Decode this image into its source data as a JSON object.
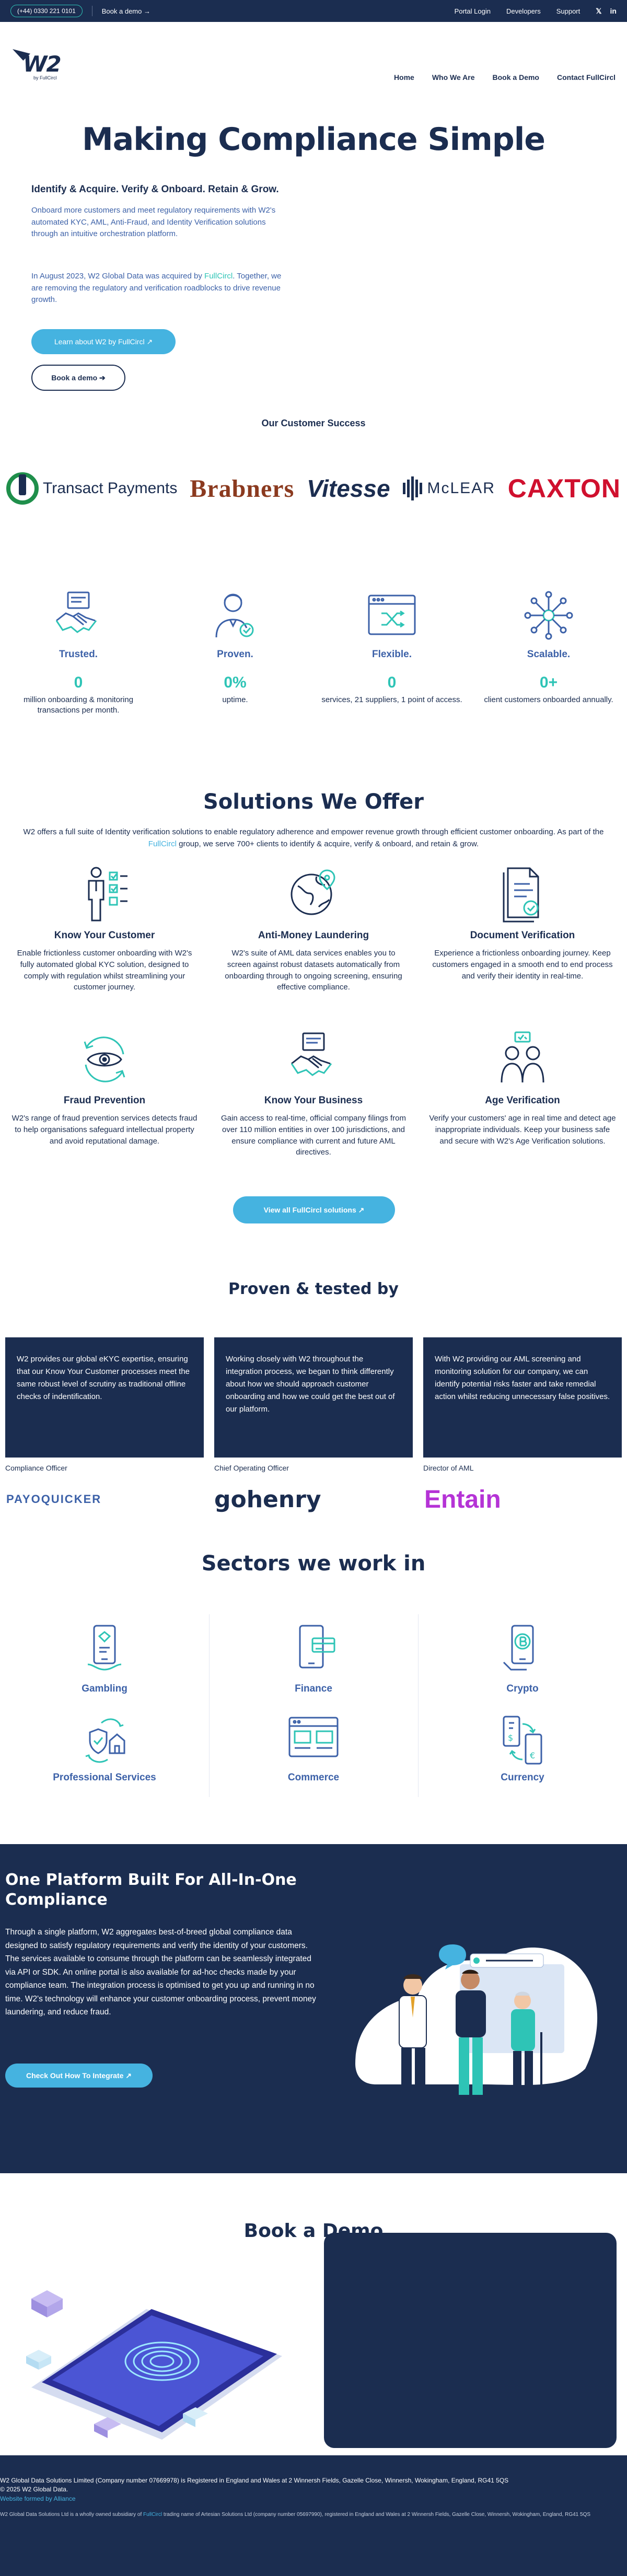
{
  "topbar": {
    "phone": "(+44) 0330 221 0101",
    "demo_link": "Book a demo →",
    "links": [
      "Portal Login",
      "Developers",
      "Support"
    ]
  },
  "header": {
    "logo_text": "W2",
    "logo_sub": "by FullCircl",
    "nav": [
      "Home",
      "Who We Are",
      "Book a Demo",
      "Contact FullCircl"
    ]
  },
  "hero": {
    "title": "Making Compliance Simple",
    "subtitle": "Identify & Acquire. Verify & Onboard. Retain & Grow.",
    "p1": "Onboard more customers and meet regulatory requirements with W2's automated KYC, AML, Anti-Fraud, and Identity Verification solutions through an intuitive orchestration platform.",
    "p2_before": "In August 2023, W2 Global Data was acquired by ",
    "p2_link": "FullCircl",
    "p2_after": ". Together, we are removing the regulatory and verification roadblocks to drive revenue growth.",
    "btn_learn": "Learn about W2 by FullCircl ↗",
    "btn_demo": "Book a demo ➔"
  },
  "customers": {
    "title": "Our Customer Success",
    "logos": [
      "Transact Payments",
      "Brabners",
      "Vitesse",
      "McLEAR",
      "CAXTON"
    ]
  },
  "stats": [
    {
      "title": "Trusted.",
      "num": "0",
      "desc": "million onboarding & monitoring transactions per month.",
      "icon": "handshake-icon"
    },
    {
      "title": "Proven.",
      "num": "0%",
      "desc": "uptime.",
      "icon": "verified-person-icon"
    },
    {
      "title": "Flexible.",
      "num": "0",
      "desc": "services, 21 suppliers, 1 point of access.",
      "icon": "shuffle-window-icon"
    },
    {
      "title": "Scalable.",
      "num": "0+",
      "desc": "client customers onboarded annually.",
      "icon": "network-icon"
    }
  ],
  "solutions": {
    "title": "Solutions We Offer",
    "intro_before": "W2 offers a full suite of Identity verification solutions to enable regulatory adherence and empower revenue growth through efficient customer onboarding. As part of the ",
    "intro_link": "FullCircl",
    "intro_after": " group, we serve 700+ clients to identify & acquire, verify & onboard, and retain & grow.",
    "items": [
      {
        "title": "Know Your Customer",
        "desc": "Enable frictionless customer onboarding with W2's fully automated global KYC solution, designed to comply with regulation whilst streamlining your customer journey.",
        "icon": "checklist-person-icon"
      },
      {
        "title": "Anti-Money Laundering",
        "desc": "W2's suite of AML data services enables you to screen against robust datasets automatically from onboarding through to ongoing screening, ensuring effective compliance.",
        "icon": "globe-pin-icon"
      },
      {
        "title": "Document Verification",
        "desc": "Experience a frictionless onboarding journey. Keep customers engaged in a smooth end to end process and verify their identity in real-time.",
        "icon": "document-check-icon"
      },
      {
        "title": "Fraud Prevention",
        "desc": "W2's range of fraud prevention services detects fraud to help organisations safeguard intellectual property and avoid reputational damage.",
        "icon": "eye-cycle-icon"
      },
      {
        "title": "Know Your Business",
        "desc": "Gain access to real-time, official company filings from over 110 million entities in over 100 jurisdictions, and ensure compliance with current and future AML directives.",
        "icon": "business-handshake-icon"
      },
      {
        "title": "Age Verification",
        "desc": "Verify your customers' age in real time and detect age inappropriate individuals. Keep your business safe and secure with W2's Age Verification solutions.",
        "icon": "age-people-icon"
      }
    ],
    "btn_all": "View all FullCircl solutions ↗"
  },
  "proven": {
    "title": "Proven & tested by",
    "cards": [
      {
        "quote": "W2 provides our global eKYC expertise, ensuring that our Know Your Customer processes meet the same robust level of scrutiny as traditional offline checks of indentification.",
        "role": "Compliance Officer",
        "logo": "PAYOQUICKER"
      },
      {
        "quote": "Working closely with W2 throughout the integration process, we began to think differently about how we should approach customer onboarding and how we could get the best out of our platform.",
        "role": "Chief Operating Officer",
        "logo": "gohenry"
      },
      {
        "quote": "With W2 providing our AML screening and monitoring solution for our company, we can identify potential risks faster and take remedial action whilst reducing unnecessary false positives.",
        "role": "Director of AML",
        "logo": "Entain"
      }
    ]
  },
  "sectors": {
    "title": "Sectors we work in",
    "items": [
      {
        "label": "Gambling",
        "icon": "phone-cards-icon"
      },
      {
        "label": "Finance",
        "icon": "phone-card-icon"
      },
      {
        "label": "Crypto",
        "icon": "phone-bitcoin-icon"
      },
      {
        "label": "Professional Services",
        "icon": "shield-house-icon"
      },
      {
        "label": "Commerce",
        "icon": "browser-cart-icon"
      },
      {
        "label": "Currency",
        "icon": "phones-exchange-icon"
      }
    ]
  },
  "platform": {
    "title": "One Platform Built For All-In-One Compliance",
    "text": "Through a single platform, W2 aggregates best-of-breed global compliance data designed to satisfy regulatory requirements and verify the identity of your customers. The services available to consume through the platform can be seamlessly integrated via API or SDK. An online portal is also available for ad-hoc checks made by your compliance team. The integration process is optimised to get you up and running in no time. W2's technology will enhance your customer onboarding process, prevent money laundering, and reduce fraud.",
    "btn": "Check Out How To Integrate ↗"
  },
  "book": {
    "title": "Book a Demo"
  },
  "footer": {
    "line1": "W2 Global Data Solutions Limited (Company number 07669978) is Registered in England and Wales at 2 Winnersh Fields, Gazelle Close, Winnersh, Wokingham, England, RG41 5QS",
    "line2": "© 2025 W2 Global Data.",
    "line3": "Website formed by Alliance",
    "line4_before": "W2 Global Data Solutions Ltd is a wholly owned subsidiary of ",
    "line4_link": "FullCircl",
    "line4_after": " trading name of Artesian Solutions Ltd (company number 05697990), registered in England and Wales at 2 Winnersh Fields, Gazelle Close, Winnersh, Wokingham, England, RG41 5QS"
  },
  "colors": {
    "navy": "#1b2d50",
    "accent_blue": "#3c61a8",
    "teal": "#2ec4b6",
    "button_blue": "#45b3e0"
  }
}
